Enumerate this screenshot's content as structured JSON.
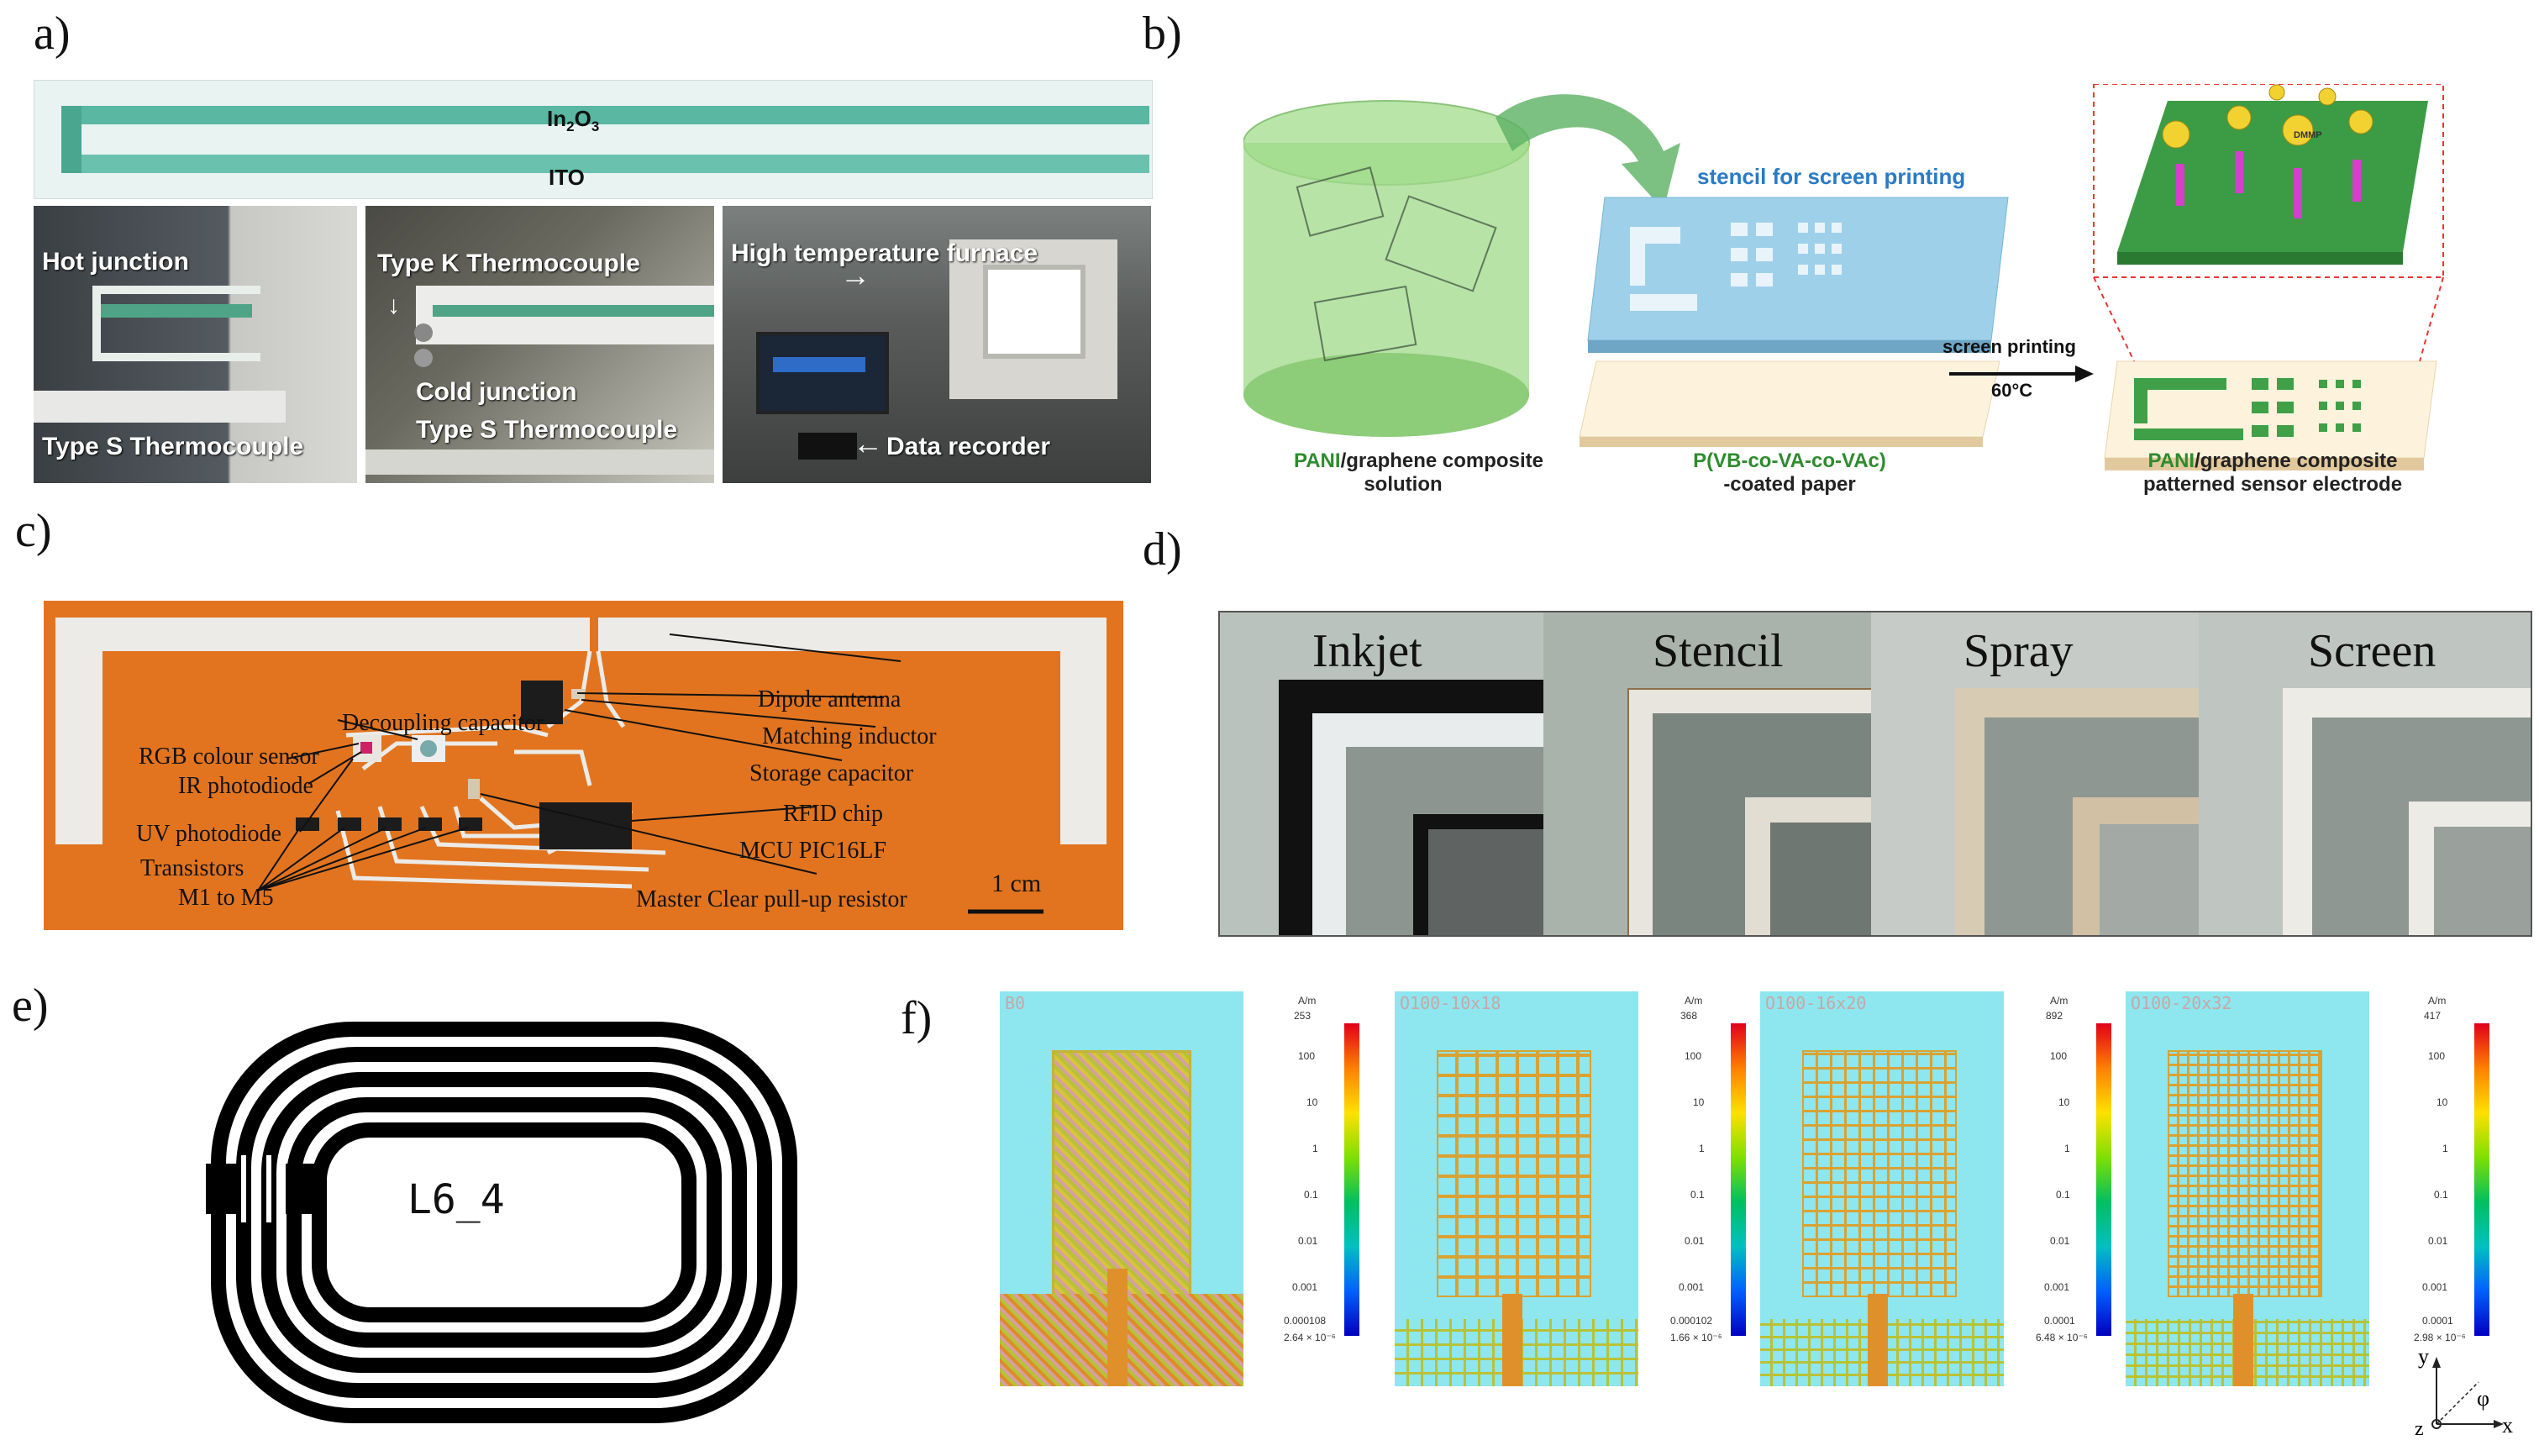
{
  "panel_labels": {
    "a": "a)",
    "b": "b)",
    "c": "c)",
    "d": "d)",
    "e": "e)",
    "f": "f)"
  },
  "panel_a": {
    "in2o3_base": "In",
    "in2o3_sub1": "2",
    "in2o3_mid": "O",
    "in2o3_sub2": "3",
    "ito": "ITO",
    "hot_junction": "Hot junction",
    "type_s_1": "Type S Thermocouple",
    "type_k": "Type K Thermocouple",
    "cold_junction": "Cold junction",
    "type_s_2": "Type S Thermocouple",
    "furnace": "High temperature furnace",
    "data_recorder": "Data recorder"
  },
  "panel_b": {
    "stencil": "stencil for screen printing",
    "screen_printing": "screen printing",
    "temp": "60°C",
    "sol_green": "PANI",
    "sol_rest": "/graphene composite",
    "sol_line2": "solution",
    "paper_green": "P(VB-co-VA-co-VAc)",
    "paper_line2": "-coated paper",
    "elec_green": "PANI",
    "elec_rest": "/graphene composite",
    "elec_line2": "patterned sensor electrode",
    "gas_label": "DMMP"
  },
  "panel_c": {
    "rgb": "RGB colour sensor",
    "decoupling": "Decoupling capacitor",
    "ir": "IR photodiode",
    "uv": "UV photodiode",
    "transistors": "Transistors",
    "m1m5": "M1 to M5",
    "dipole": "Dipole antenna",
    "matching": "Matching inductor",
    "storage": "Storage capacitor",
    "rfid": "RFID chip",
    "mcu": "MCU PIC16LF",
    "master_clear": "Master Clear pull-up resistor",
    "scale": "1 cm"
  },
  "panel_d": {
    "tiles": [
      "Inkjet",
      "Stencil",
      "Spray",
      "Screen"
    ]
  },
  "panel_e": {
    "coil_label": "L6_4"
  },
  "panel_f": {
    "panels": [
      {
        "tag": "B0",
        "unit": "A/m",
        "top": "253",
        "ticks": [
          "100",
          "10",
          "1",
          "0.1",
          "0.01",
          "0.001",
          "0.000108"
        ],
        "bottom": "2.64 × 10⁻⁶"
      },
      {
        "tag": "O100-10x18",
        "unit": "A/m",
        "top": "368",
        "ticks": [
          "100",
          "10",
          "1",
          "0.1",
          "0.01",
          "0.001",
          "0.000102"
        ],
        "bottom": "1.66 × 10⁻⁶"
      },
      {
        "tag": "O100-16x20",
        "unit": "A/m",
        "top": "892",
        "ticks": [
          "100",
          "10",
          "1",
          "0.1",
          "0.01",
          "0.001",
          "0.0001"
        ],
        "bottom": "6.48 × 10⁻⁶"
      },
      {
        "tag": "O100-20x32",
        "unit": "A/m",
        "top": "417",
        "ticks": [
          "100",
          "10",
          "1",
          "0.1",
          "0.01",
          "0.001",
          "0.0001"
        ],
        "bottom": "2.98 × 10⁻⁶"
      }
    ],
    "axes": {
      "y": "y",
      "x": "x",
      "z": "z",
      "phi": "φ"
    }
  }
}
